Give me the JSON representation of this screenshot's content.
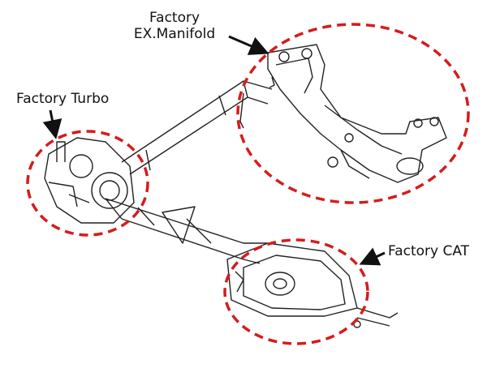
{
  "labels": {
    "manifold_line1": "Factory",
    "manifold_line2": "EX.Manifold",
    "turbo": "Factory Turbo",
    "cat": "Factory CAT"
  },
  "colors": {
    "highlight": "#d51c1c",
    "line": "#222222",
    "arrow": "#111111"
  }
}
